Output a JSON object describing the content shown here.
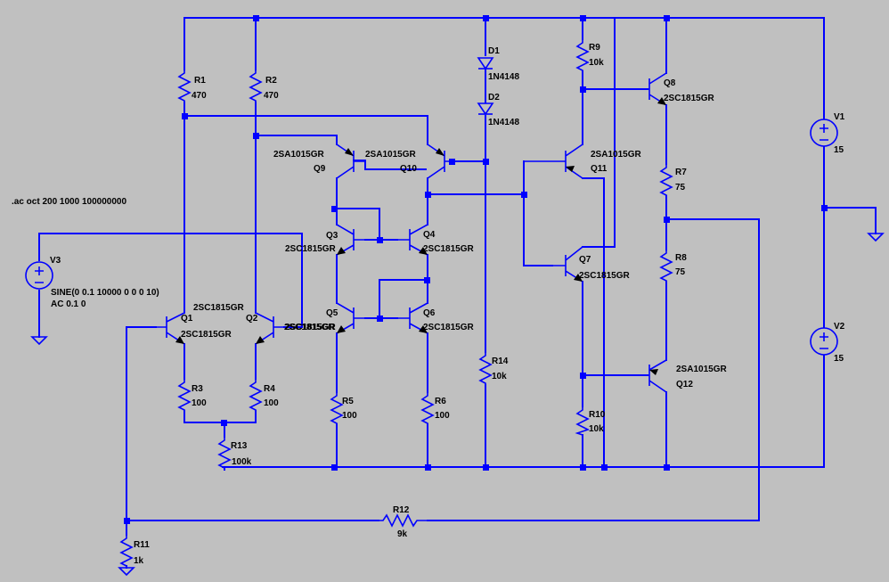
{
  "directive": ".ac oct 200 1000 100000000",
  "resistors": {
    "r1": {
      "name": "R1",
      "value": "470"
    },
    "r2": {
      "name": "R2",
      "value": "470"
    },
    "r3": {
      "name": "R3",
      "value": "100"
    },
    "r4": {
      "name": "R4",
      "value": "100"
    },
    "r5": {
      "name": "R5",
      "value": "100"
    },
    "r6": {
      "name": "R6",
      "value": "100"
    },
    "r7": {
      "name": "R7",
      "value": "75"
    },
    "r8": {
      "name": "R8",
      "value": "75"
    },
    "r9": {
      "name": "R9",
      "value": "10k"
    },
    "r10": {
      "name": "R10",
      "value": "10k"
    },
    "r11": {
      "name": "R11",
      "value": "1k"
    },
    "r12": {
      "name": "R12",
      "value": "9k"
    },
    "r13": {
      "name": "R13",
      "value": "100k"
    },
    "r14": {
      "name": "R14",
      "value": "10k"
    }
  },
  "diodes": {
    "d1": {
      "name": "D1",
      "model": "1N4148"
    },
    "d2": {
      "name": "D2",
      "model": "1N4148"
    }
  },
  "transistors": {
    "q1": {
      "name": "Q1",
      "model": "2SC1815GR"
    },
    "q2": {
      "name": "Q2",
      "model": "2SC1815GR"
    },
    "q3": {
      "name": "Q3",
      "model": "2SC1815GR"
    },
    "q4": {
      "name": "Q4",
      "model": "2SC1815GR"
    },
    "q5": {
      "name": "Q5",
      "model": "2SC1815GR"
    },
    "q6": {
      "name": "Q6",
      "model": "2SC1815GR"
    },
    "q7": {
      "name": "Q7",
      "model": "2SC1815GR"
    },
    "q8": {
      "name": "Q8",
      "model": "2SC1815GR"
    },
    "q9": {
      "name": "Q9",
      "model": "2SA1015GR"
    },
    "q10": {
      "name": "Q10",
      "model": "2SA1015GR"
    },
    "q11": {
      "name": "Q11",
      "model": "2SA1015GR"
    },
    "q12": {
      "name": "Q12",
      "model": "2SA1015GR"
    }
  },
  "sources": {
    "v1": {
      "name": "V1",
      "value": "15"
    },
    "v2": {
      "name": "V2",
      "value": "15"
    },
    "v3": {
      "name": "V3",
      "value": "SINE(0 0.1 10000 0 0 0 10)",
      "ac": "AC 0.1 0"
    }
  },
  "colors": {
    "wire": "#0000ff",
    "background": "#c0c0c0",
    "text": "#000000"
  }
}
